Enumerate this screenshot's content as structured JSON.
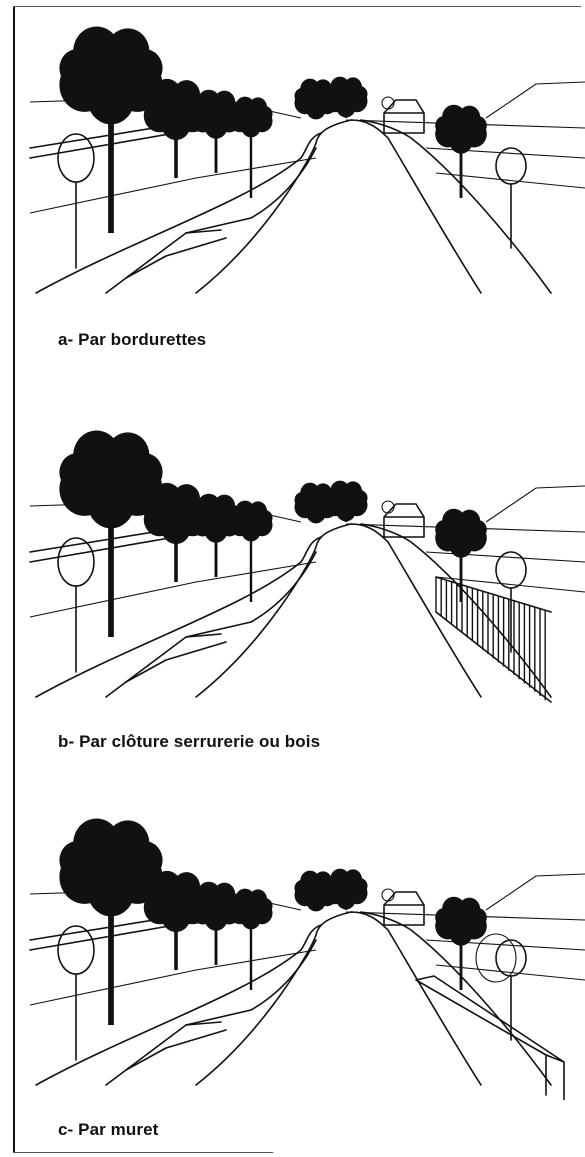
{
  "figure": {
    "panels": [
      {
        "id": "a",
        "caption": "a- Par bordurettes",
        "separator": "kerb"
      },
      {
        "id": "b",
        "caption": "b- Par clôture serrurerie ou bois",
        "separator": "fence"
      },
      {
        "id": "c",
        "caption": "c- Par muret",
        "separator": "low-wall"
      }
    ],
    "colors": {
      "ink": "#111111",
      "paper": "#ffffff"
    }
  }
}
